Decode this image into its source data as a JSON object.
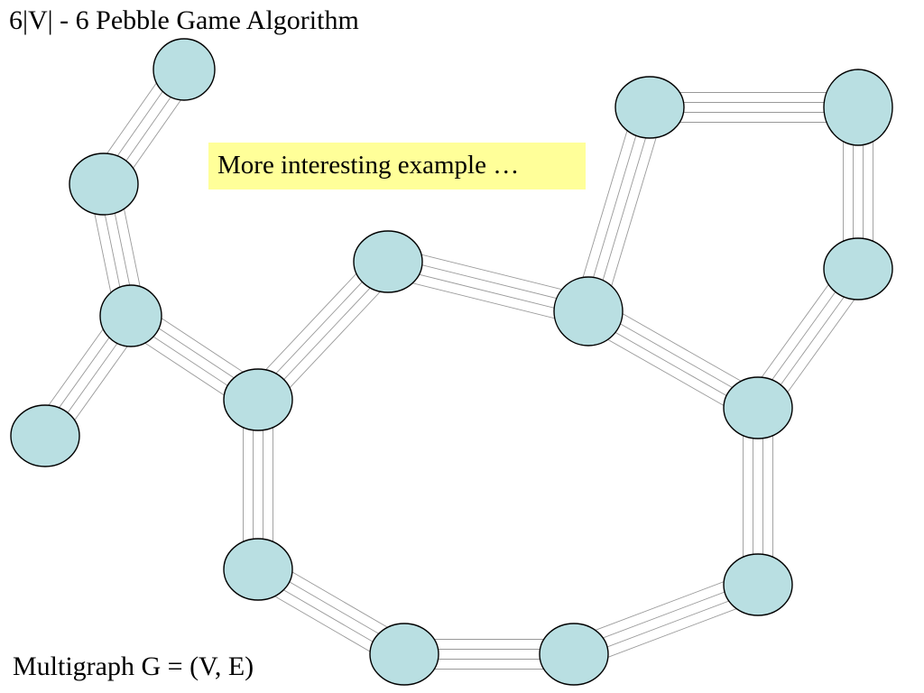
{
  "title": "6|V| - 6 Pebble Game Algorithm",
  "callout": "More interesting example …",
  "caption": "Multigraph G = (V, E)",
  "colors": {
    "node_fill": "#b9dfe2",
    "node_stroke": "#000000",
    "edge": "#999999",
    "callout_bg": "#ffff99"
  },
  "graph": {
    "nodes": [
      {
        "id": "n1"
      },
      {
        "id": "n2"
      },
      {
        "id": "n3"
      },
      {
        "id": "n4"
      },
      {
        "id": "n5"
      },
      {
        "id": "n6"
      },
      {
        "id": "n7"
      },
      {
        "id": "n8"
      },
      {
        "id": "n9"
      },
      {
        "id": "n10"
      },
      {
        "id": "n11"
      },
      {
        "id": "n12"
      },
      {
        "id": "n13"
      },
      {
        "id": "n14"
      },
      {
        "id": "n15"
      }
    ],
    "edges": [
      {
        "from": "n1",
        "to": "n2",
        "multiplicity": 4
      },
      {
        "from": "n2",
        "to": "n3",
        "multiplicity": 4
      },
      {
        "from": "n3",
        "to": "n4",
        "multiplicity": 4
      },
      {
        "from": "n3",
        "to": "n5",
        "multiplicity": 4
      },
      {
        "from": "n5",
        "to": "n6",
        "multiplicity": 4
      },
      {
        "from": "n6",
        "to": "n7",
        "multiplicity": 4
      },
      {
        "from": "n7",
        "to": "n8",
        "multiplicity": 4
      },
      {
        "from": "n8",
        "to": "n9",
        "multiplicity": 4
      },
      {
        "from": "n9",
        "to": "n10",
        "multiplicity": 4
      },
      {
        "from": "n10",
        "to": "n11",
        "multiplicity": 4
      },
      {
        "from": "n7",
        "to": "n11",
        "multiplicity": 4
      },
      {
        "from": "n11",
        "to": "n12",
        "multiplicity": 4
      },
      {
        "from": "n12",
        "to": "n13",
        "multiplicity": 4
      },
      {
        "from": "n13",
        "to": "n14",
        "multiplicity": 4
      },
      {
        "from": "n14",
        "to": "n15",
        "multiplicity": 4
      },
      {
        "from": "n15",
        "to": "n5",
        "multiplicity": 4
      }
    ]
  }
}
